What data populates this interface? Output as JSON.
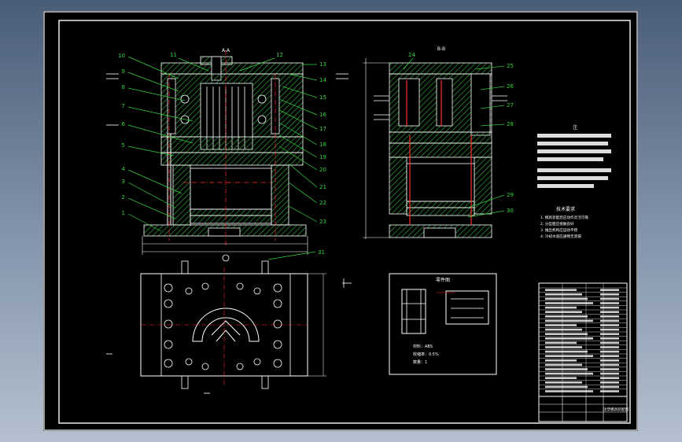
{
  "drawing": {
    "section_a_label": "A-A",
    "section_b_label": "B-B",
    "part_numbers_left": [
      "10",
      "9",
      "8",
      "7",
      "6",
      "5",
      "4",
      "3",
      "2",
      "1"
    ],
    "part_numbers_top": [
      "11",
      "12"
    ],
    "part_numbers_right": [
      "13",
      "14",
      "15",
      "16",
      "17",
      "18",
      "19",
      "20",
      "21",
      "22",
      "23"
    ],
    "part_numbers_section_b": [
      "24",
      "25",
      "26",
      "27",
      "28",
      "29",
      "30"
    ],
    "part_number_bottom": "31",
    "parts_view_title": "零件图",
    "parts_view_notes": [
      "材料：ABS",
      "收缩率：0.5%",
      "数量：1"
    ],
    "tech_req_title": "技术要求",
    "tech_req_lines": [
      "1. 模具装配后应动作灵活可靠",
      "2. 分型面应接触良好",
      "3. 推出机构应运动平稳",
      "4. 冷却水道应通畅无渗漏"
    ],
    "notes_title": "注",
    "title_block_name": "注塑模具装配图"
  },
  "colors": {
    "background": "#000000",
    "outline": "#ffffff",
    "hatch": "#2f9e3d",
    "label": "#35d43f",
    "center": "#ff3030",
    "border": "#ffffff"
  }
}
